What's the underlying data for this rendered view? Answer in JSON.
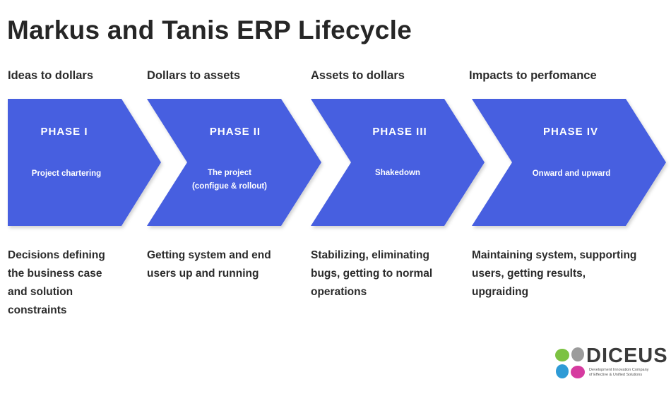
{
  "title": "Markus and Tanis ERP Lifecycle",
  "colors": {
    "arrow": "#465fe0",
    "text": "#2b2b2b"
  },
  "phases": [
    {
      "stage": "Ideas to dollars",
      "name": "PHASE I",
      "subtitle": [
        "Project chartering"
      ],
      "description": [
        "Decisions defining",
        "the business case",
        "and solution",
        "constraints"
      ]
    },
    {
      "stage": "Dollars to assets",
      "name": "PHASE II",
      "subtitle": [
        "The project",
        "(configue & rollout)"
      ],
      "description": [
        "Getting system and end",
        "users up and running"
      ]
    },
    {
      "stage": "Assets to dollars",
      "name": "PHASE III",
      "subtitle": [
        "Shakedown"
      ],
      "description": [
        "Stabilizing, eliminating",
        "bugs, getting to normal",
        "operations"
      ]
    },
    {
      "stage": "Impacts to perfomance",
      "name": "PHASE IV",
      "subtitle": [
        "Onward and upward"
      ],
      "description": [
        "Maintaining system, supporting",
        "users, getting results,",
        "upgraiding"
      ]
    }
  ],
  "logo": {
    "word": "DICEUS",
    "tagline": [
      "Development Innovation Company",
      "of Effective & Unified Solutions"
    ]
  }
}
